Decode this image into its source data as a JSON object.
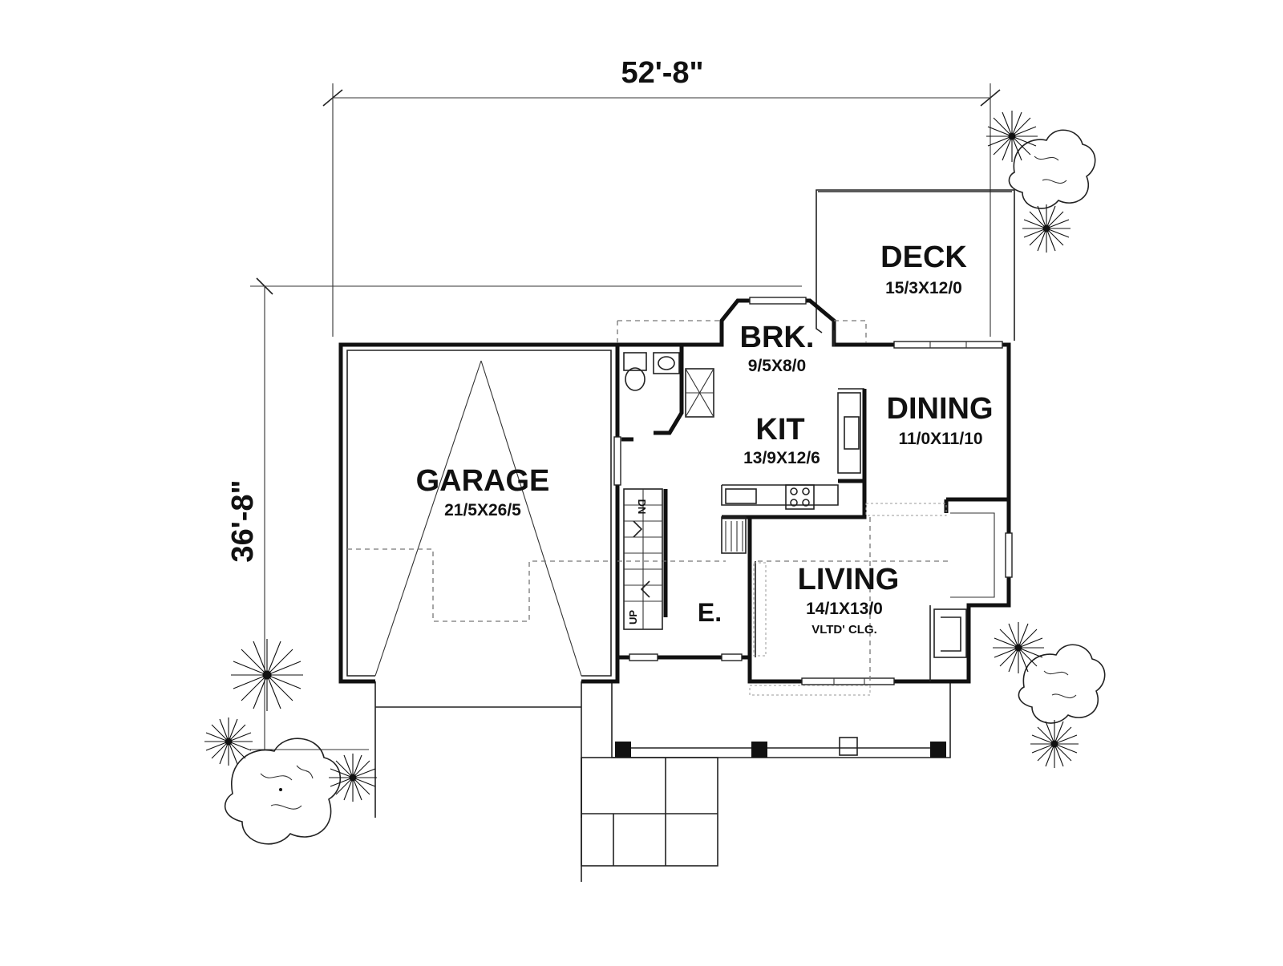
{
  "dimensions": {
    "width": "52'-8\"",
    "depth": "36'-8\""
  },
  "rooms": {
    "garage": {
      "name": "GARAGE",
      "size": "21/5X26/5"
    },
    "deck": {
      "name": "DECK",
      "size": "15/3X12/0"
    },
    "brk": {
      "name": "BRK.",
      "size": "9/5X8/0"
    },
    "kit": {
      "name": "KIT",
      "size": "13/9X12/6"
    },
    "dining": {
      "name": "DINING",
      "size": "11/0X11/10"
    },
    "living": {
      "name": "LIVING",
      "size": "14/1X13/0",
      "note": "VLTD' CLG."
    },
    "entry": {
      "name": "E."
    }
  },
  "stairs": {
    "up_label": "UP",
    "down_label": "DN"
  }
}
